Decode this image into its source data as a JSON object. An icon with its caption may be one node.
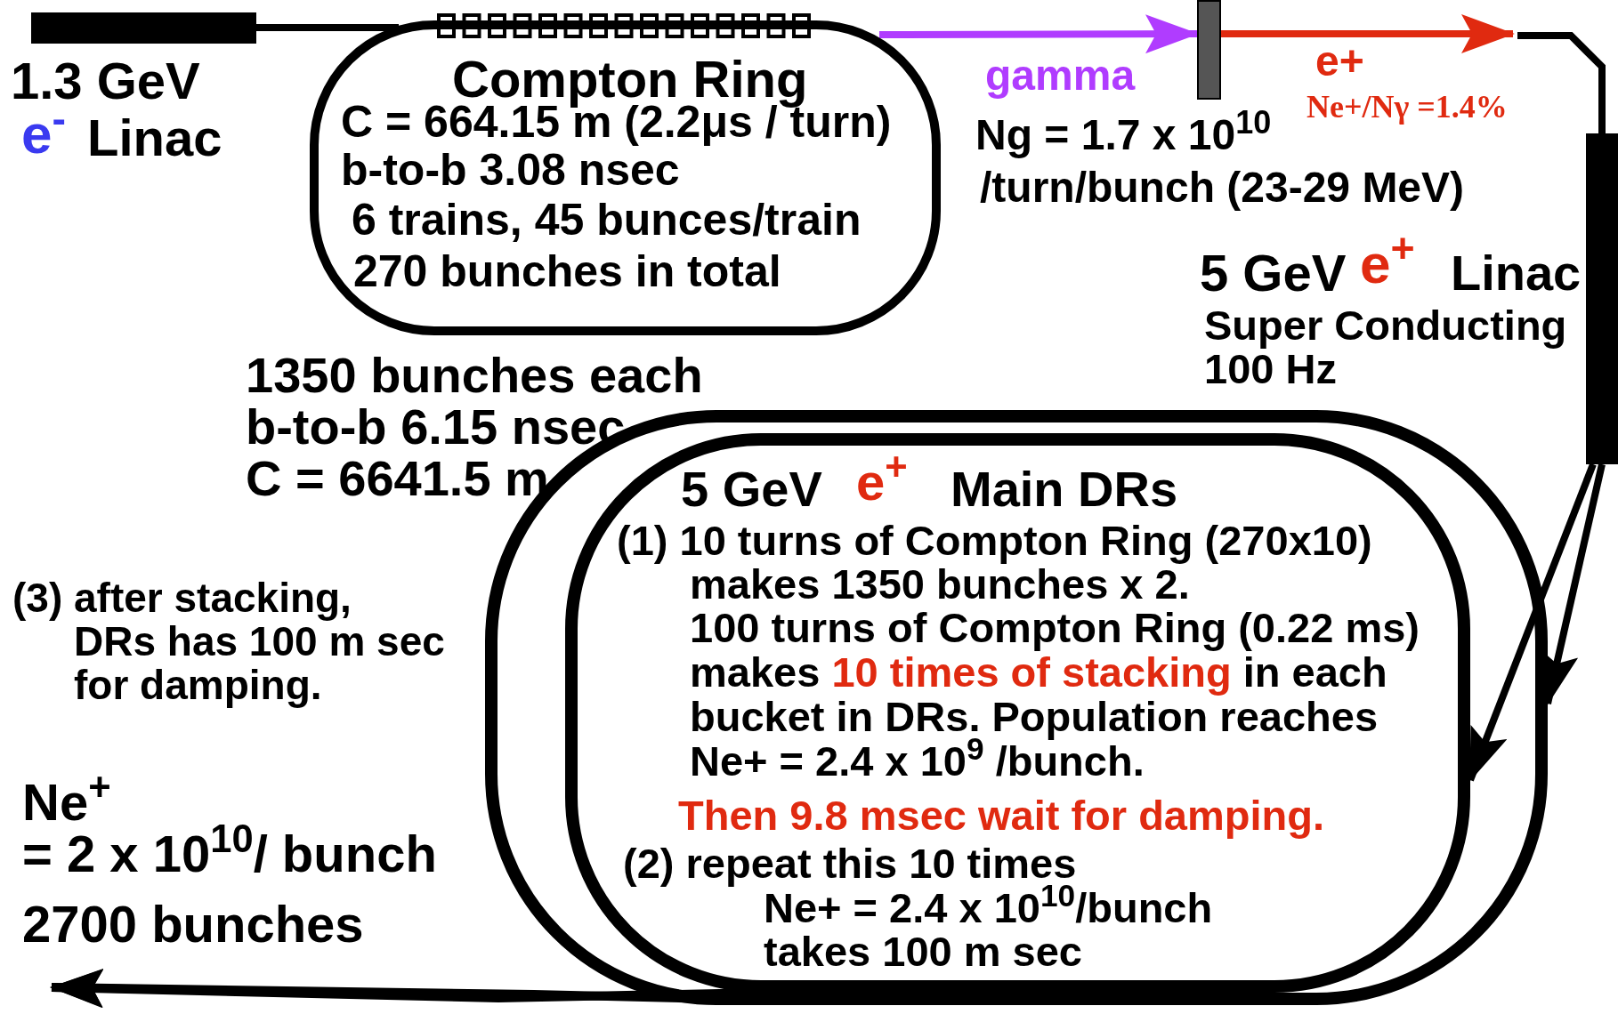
{
  "diagram": {
    "nodes": [
      {
        "text": [],
        "shape": "bar",
        "beside": [
          "1.3 GeV",
          "e$^{-}$",
          "Linac"
        ]
      },
      {
        "text": [
          "Compton Ring",
          "C = 664.15 m (2.2μs / turn)",
          "b-to-b 3.08 nsec",
          "6 trains, 45 bunces/train",
          "270 bunches in total"
        ]
      },
      {
        "text": [],
        "shape": "bar"
      },
      {
        "text": [],
        "shape": "bar",
        "beside": [
          "5 GeV",
          "e$^{+}$",
          "Linac",
          "Super Conducting",
          "100 Hz"
        ]
      },
      {
        "text": [],
        "shape": "ring"
      },
      {
        "in": 4,
        "text": [
          "5 GeV",
          "e$^{+}$",
          "Main DRs",
          "(1) 10 turns of Compton Ring (270x10) makes 1350 bunches x 2.",
          "100 turns of Compton Ring (0.22 ms) makes **10 times of stacking** in each bucket in DRs. Population reaches Ne+ = 2.4 x 10$^{9}$ /bunch.",
          "Then 9.8 msec wait for damping.",
          "(2) repeat this 10 times",
          "Ne+ = 2.4 x 10$^{10}$/bunch takes 100 m sec"
        ]
      }
    ],
    "edges": [
      {
        "from": 0,
        "to": 1,
        "arrow": "none"
      },
      {
        "from": 1,
        "to": 2,
        "arrow": "to",
        "label": "gamma",
        "color": "#b03cff"
      },
      {
        "from": 2,
        "to": 3,
        "arrow": "to",
        "label": "e+",
        "color": "#e02a10"
      },
      {
        "from": 3,
        "to": 4,
        "arrow": "to"
      },
      {
        "from": 3,
        "to": 5,
        "arrow": "to"
      },
      {
        "from": 4,
        "to": null,
        "arrow": "to"
      },
      {
        "from": 5,
        "to": null,
        "arrow": "to"
      }
    ],
    "labels": [
      "Ne+/Nγ =1.4%",
      "Ng = 1.7 x 10$^{10}$",
      "/turn/bunch (23-29 MeV)",
      "1350 bunches each",
      "b-to-b 6.15 nsec",
      "C = 6641.5 m",
      "(3) after stacking,",
      "DRs has 100 m sec",
      "for damping.",
      "Ne$^{+}$",
      "= 2 x 10$^{10}$/ bunch",
      "2700 bunches"
    ]
  }
}
